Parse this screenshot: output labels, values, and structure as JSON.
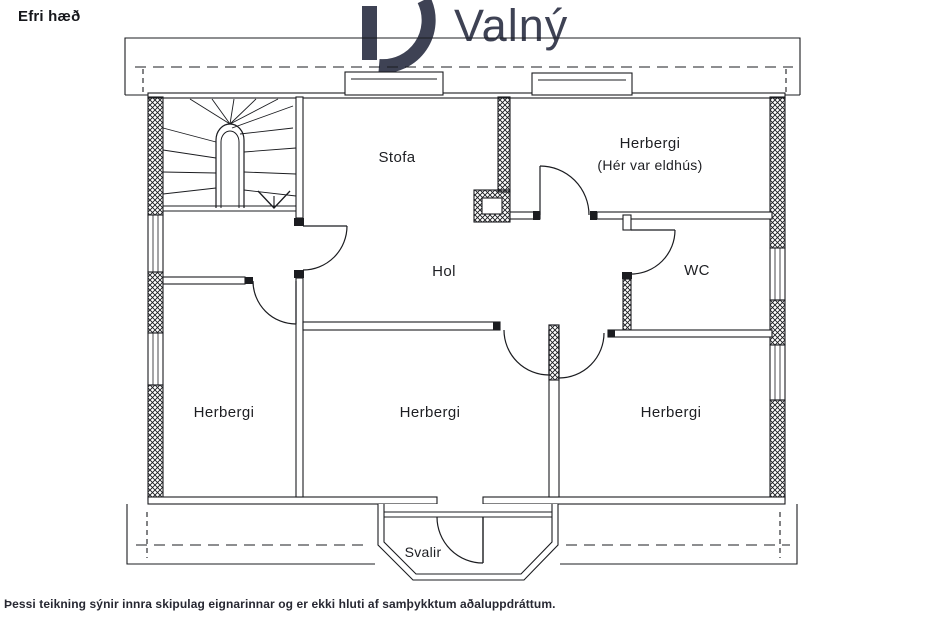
{
  "page": {
    "title": "Efri hæð",
    "disclaimer": "Þessi teikning sýnir innra skipulag eignarinnar og er ekki hluti af samþykktum aðaluppdráttum.",
    "ink_color": "#1b1c20",
    "background_color": "#ffffff"
  },
  "logo": {
    "text": "Valný",
    "color": "#3e4254",
    "mark_icon": "v-swoosh-mark"
  },
  "floor_plan": {
    "floor_label": "Efri hæð",
    "rooms": [
      {
        "id": "stofa",
        "label": "Stofa"
      },
      {
        "id": "herbergi-ne",
        "label": "Herbergi",
        "sublabel": "(Hér var eldhús)"
      },
      {
        "id": "hol",
        "label": "Hol"
      },
      {
        "id": "wc",
        "label": "WC"
      },
      {
        "id": "herbergi-sw",
        "label": "Herbergi"
      },
      {
        "id": "herbergi-s",
        "label": "Herbergi"
      },
      {
        "id": "herbergi-se",
        "label": "Herbergi"
      },
      {
        "id": "svalir",
        "label": "Svalir"
      }
    ],
    "features": [
      "stairs",
      "chimney",
      "balcony",
      "doors",
      "windows"
    ]
  }
}
